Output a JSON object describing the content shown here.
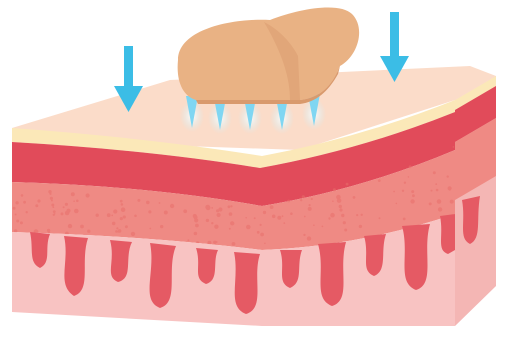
{
  "illustration": {
    "subject": "skin-layers-with-microneedle-device",
    "layers": [
      "stratum-surface",
      "epidermis",
      "dermis",
      "subcutaneous"
    ],
    "colors": {
      "background": "#ffffff",
      "surface_top": "#fbdcc9",
      "surface_edge": "#fbe8b8",
      "epidermis": "#e14b5a",
      "dermis": "#f08a84",
      "dermis_speckle": "#e96f6c",
      "subcutaneous": "#f8c3c2",
      "roots": "#e55a64",
      "device": "#e9b284",
      "device_shadow": "#d99a6d",
      "needle": "#7fd6f2",
      "needle_glow": "#c8f0fb",
      "arrow": "#3bbde6"
    },
    "icons": [
      "down-arrow-icon",
      "down-arrow-icon",
      "microneedle-device-icon"
    ]
  }
}
